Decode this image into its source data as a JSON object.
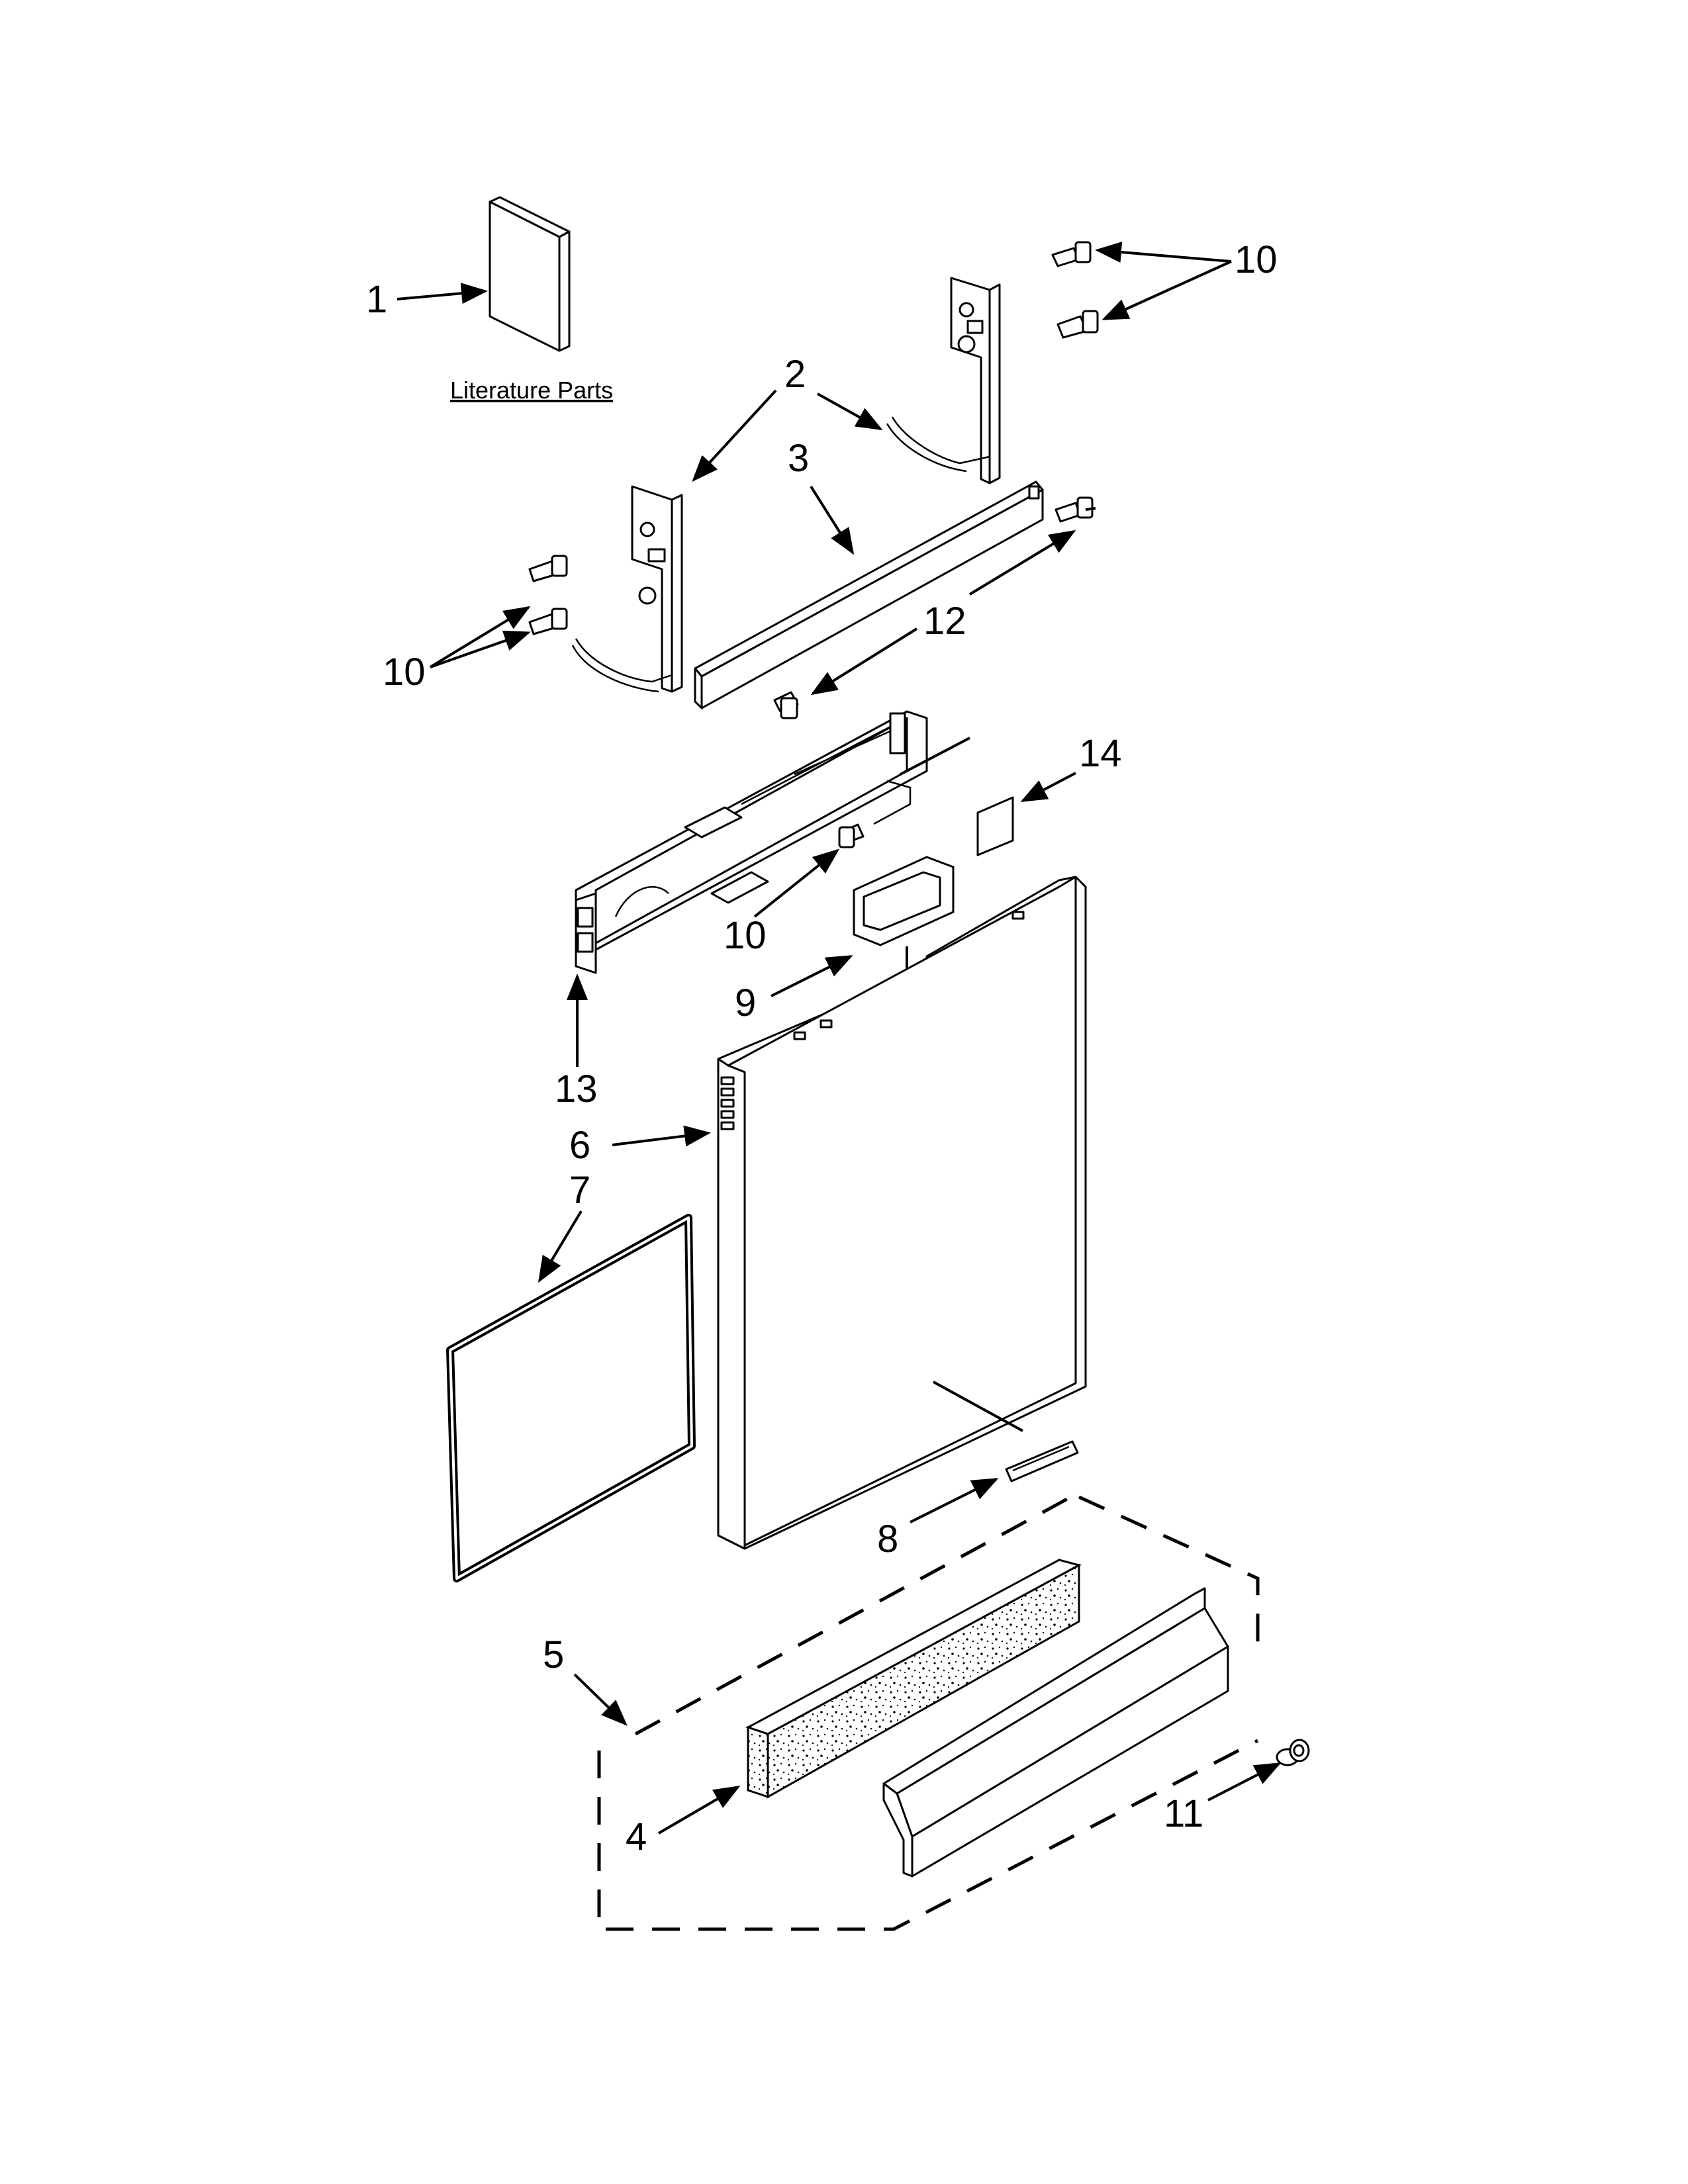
{
  "literature_label": "Literature Parts",
  "callouts": {
    "c1": "1",
    "c2": "2",
    "c3": "3",
    "c4": "4",
    "c5": "5",
    "c6": "6",
    "c7": "7",
    "c8": "8",
    "c9": "9",
    "c10_top": "10",
    "c10_left": "10",
    "c10_mid": "10",
    "c11": "11",
    "c12": "12",
    "c13": "13",
    "c14": "14"
  }
}
